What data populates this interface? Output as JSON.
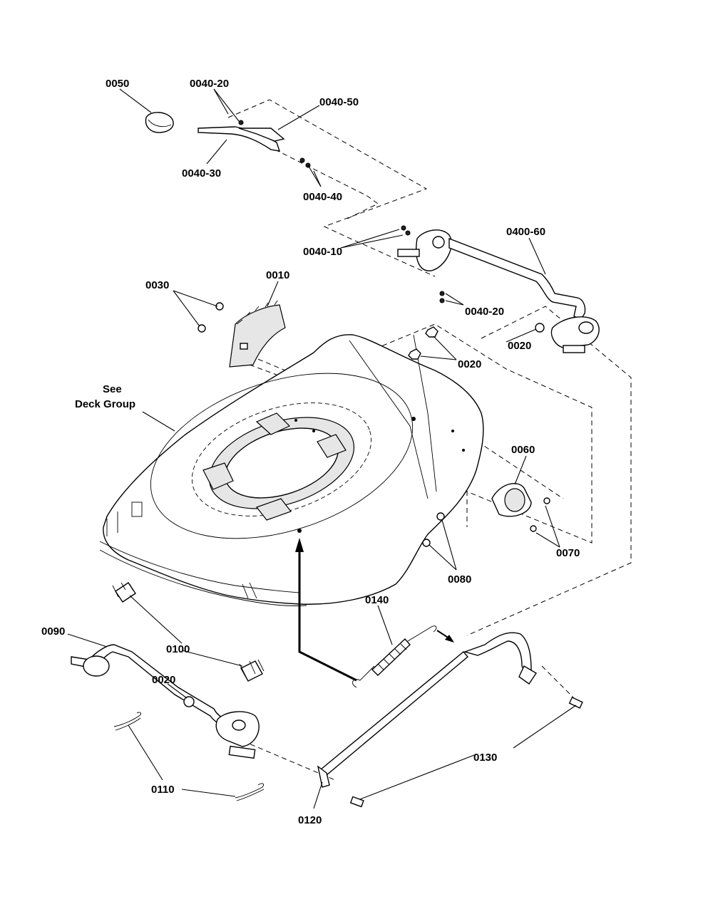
{
  "parts": {
    "p0050": "0050",
    "p0040_20_top": "0040-20",
    "p0040_50": "0040-50",
    "p0040_30": "0040-30",
    "p0040_40": "0040-40",
    "p0040_10": "0040-10",
    "p0400_60": "0400-60",
    "p0040_20_mid": "0040-20",
    "p0030": "0030",
    "p0010": "0010",
    "p0020_right": "0020",
    "p0020_center": "0020",
    "p0060": "0060",
    "p0070": "0070",
    "p0080": "0080",
    "p0140": "0140",
    "p0090": "0090",
    "p0100": "0100",
    "p0020_left": "0020",
    "p0110": "0110",
    "p0130": "0130",
    "p0120": "0120"
  },
  "notes": {
    "see_line1": "See",
    "see_line2": "Deck Group"
  }
}
